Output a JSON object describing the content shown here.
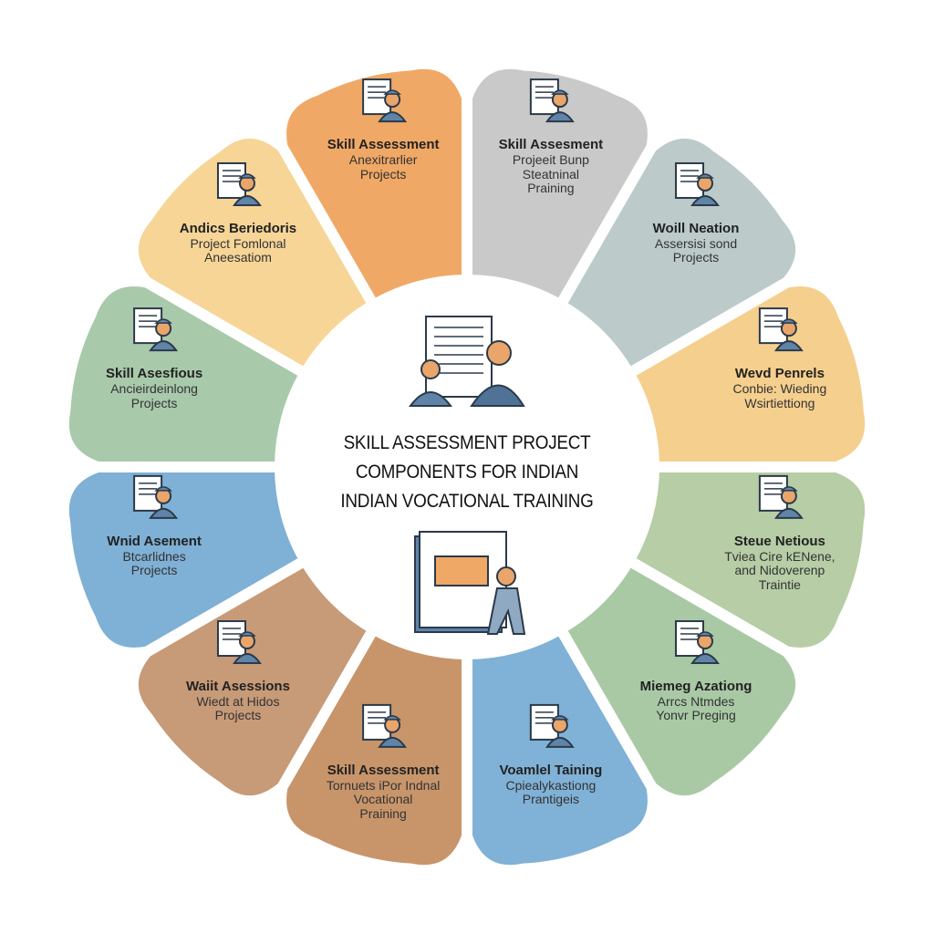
{
  "title": [
    "SKILL ASSESSMENT PROJECT",
    "COMPONENTS FOR INDIAN",
    "INDIAN VOCATIONAL TRAINING"
  ],
  "segments": [
    {
      "angle": 255,
      "color": "#f0a866",
      "icon": "growth-arrow-icon",
      "title": "Skill Assessment",
      "lines": [
        "Anexitrarlier",
        "Projects"
      ]
    },
    {
      "angle": 285,
      "color": "#c9c9c9",
      "icon": "document-worker-icon",
      "title": "Skill Assesment",
      "lines": [
        "Projeeit Bunp",
        "Steatninal",
        "Praining"
      ]
    },
    {
      "angle": 315,
      "color": "#bccaca",
      "icon": "machine-document-icon",
      "title": "Woill Neation",
      "lines": [
        "Assersisi sond",
        "Projects"
      ]
    },
    {
      "angle": 345,
      "color": "#f5cf8e",
      "icon": "card-search-icon",
      "title": "Wevd Penrels",
      "lines": [
        "Conbie: Wieding",
        "Wsirtiettiong"
      ]
    },
    {
      "angle": 15,
      "color": "#b6cda6",
      "icon": "industrial-equipment-icon",
      "title": "Steue Netious",
      "lines": [
        "Tviea Cire kENene,",
        "and Nidoverenp",
        "Traintie"
      ]
    },
    {
      "angle": 45,
      "color": "#a9c9a5",
      "icon": "tablet-worker-icon",
      "title": "Miemeg Azationg",
      "lines": [
        "Arrcs Ntmdes",
        "Yonvr Preging"
      ]
    },
    {
      "angle": 75,
      "color": "#80b1d6",
      "icon": "machine-operator-icon",
      "title": "Voamlel Taining",
      "lines": [
        "Cpiealykastiong",
        "Prantigeis"
      ]
    },
    {
      "angle": 105,
      "color": "#c8956b",
      "icon": "cart-chart-icon",
      "title": "Skill Assessment",
      "lines": [
        "Tornuets iPor Indnal",
        "Vocational",
        "Praining"
      ]
    },
    {
      "angle": 135,
      "color": "#c79a78",
      "icon": "workers-helmet-icon",
      "title": "Waiit Asessions",
      "lines": [
        "Wiedt at Hidos",
        "Projects"
      ]
    },
    {
      "angle": 165,
      "color": "#7fb0d5",
      "icon": "group-people-icon",
      "title": "Wnid Asement",
      "lines": [
        "Btcarlidnes",
        "Projects"
      ]
    },
    {
      "angle": 195,
      "color": "#a9c9ab",
      "icon": "document-hands-icon",
      "title": "Skill Asesfious",
      "lines": [
        "Ancieirdeinlong",
        "Projects"
      ]
    },
    {
      "angle": 225,
      "color": "#f6d597",
      "icon": "worker-helmet-icon",
      "title": "Andics Beriedoris",
      "lines": [
        "Project Fomlonal",
        "Aneesatiom"
      ]
    }
  ]
}
